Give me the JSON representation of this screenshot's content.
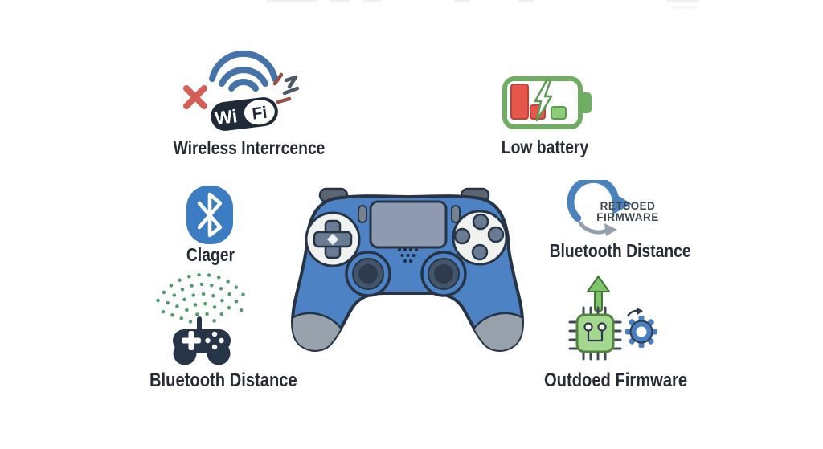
{
  "canvas": {
    "background": "#ffffff"
  },
  "callouts": {
    "top_left": {
      "label": "Wireless Interrcence"
    },
    "top_right": {
      "label": "Low battery"
    },
    "middle_left": {
      "label": "Clager"
    },
    "middle_right": {
      "label": "Bluetooth Distance",
      "badge": {
        "line1": "RETSOED",
        "line2": "FIRMWARE"
      }
    },
    "bottom_left": {
      "label": "Bluetooth Distance"
    },
    "bottom_right": {
      "label": "Outdoed Firmware"
    }
  },
  "wifi_logo": {
    "wi": "Wi",
    "fi": "Fi"
  },
  "colors": {
    "label_text": "#262b36",
    "controller_body_blue": "#4d82c4",
    "outline_navy": "#263445",
    "wifi_arc_blue": "#4573a9",
    "error_red": "#d45f54",
    "battery_green": "#6fae62",
    "battery_red": "#e6564a",
    "bluetooth_blue": "#3c7cc2",
    "circular_arrow_blue": "#4a82bd",
    "signal_dot_green": "#4f9c6a",
    "chip_green": "#a5d88f",
    "gear_blue": "#4a80c1",
    "grip_gray": "#98a2ad"
  }
}
